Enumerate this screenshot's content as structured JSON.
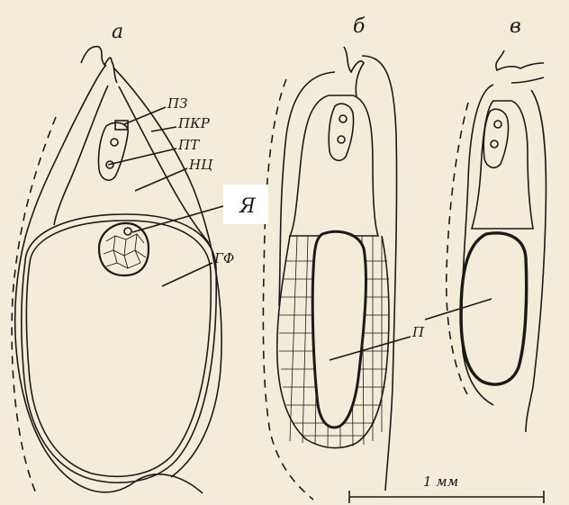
{
  "panels": {
    "a": "a",
    "b": "б",
    "c": "в"
  },
  "labels": {
    "pz": "ПЗ",
    "pkr": "ПКР",
    "pt": "ПТ",
    "nc": "НЦ",
    "ya": "Я",
    "gf": "ГФ",
    "p": "П"
  },
  "scale": {
    "text": "1 мм"
  },
  "colors": {
    "paper": "#f3ecd8",
    "ink": "#1a1a1a"
  }
}
